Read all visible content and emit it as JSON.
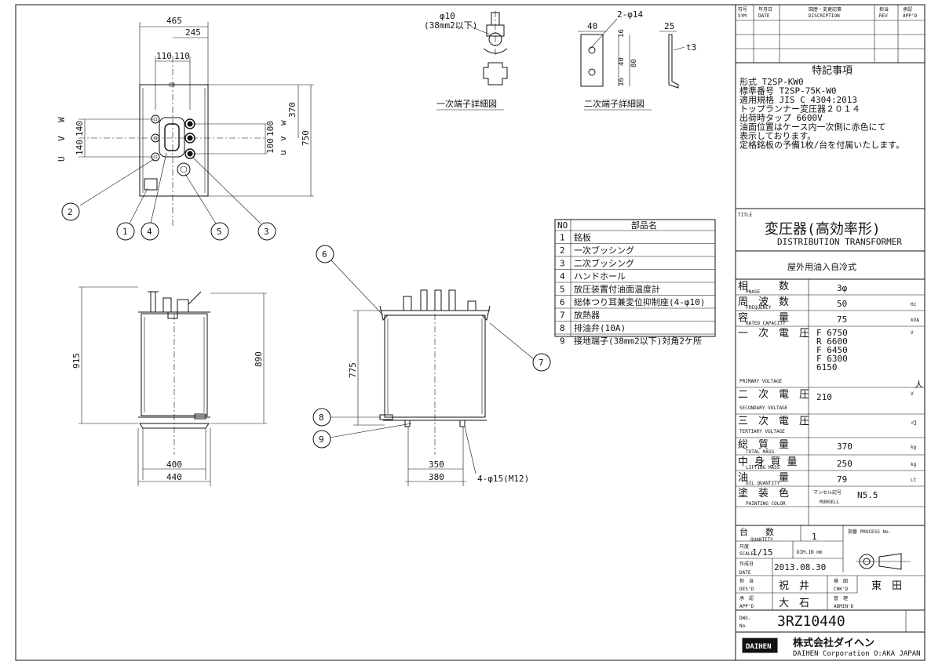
{
  "revision_table": {
    "headers": [
      {
        "jp": "符号",
        "en": "SYM"
      },
      {
        "jp": "年月日",
        "en": "DATE"
      },
      {
        "jp": "図歴・変更記事",
        "en": "DISCRIPTION"
      },
      {
        "jp": "担当",
        "en": "REV"
      },
      {
        "jp": "承認",
        "en": "APP'D"
      }
    ]
  },
  "notes": {
    "heading": "特記事項",
    "lines": [
      "形式   T2SP-KW0",
      "標準番号 T2SP-75K-W0",
      "適用規格 JIS C 4304:2013",
      "         トップランナー変圧器２０１４",
      "出荷時タップ 6600V",
      "油面位置はケース内一次側に赤色にて",
      "                  表示しております。",
      "定格銘板の予備1枚/台を付属いたします。"
    ]
  },
  "title_block": {
    "title_label": "TITLE",
    "title_jp": "変圧器(高効率形)",
    "title_en": "DISTRIBUTION TRANSFORMER",
    "subtitle": "屋外用油入自冷式",
    "specs": [
      {
        "jp": "相　　　数",
        "en": "PHASE",
        "value": "3φ",
        "unit": ""
      },
      {
        "jp": "周　波　数",
        "en": "FREQUENCY",
        "value": "50",
        "unit": "Hz"
      },
      {
        "jp": "容　　　量",
        "en": "RATED CAPACITY",
        "value": "75",
        "unit": "kVA"
      },
      {
        "jp": "一　次　電　圧",
        "en": "PRIMARY VOLTAGE",
        "value_lines": [
          "F 6750",
          "R 6600",
          "F 6450",
          "F 6300",
          "  6150"
        ],
        "unit": "V"
      },
      {
        "jp": "二　次　電　圧",
        "en": "SECONDARY VOLTAGE",
        "value": "210",
        "unit": "V"
      },
      {
        "jp": "三　次　電　圧",
        "en": "TERTIARY VOLTAGE",
        "value": "",
        "unit": ""
      },
      {
        "jp": "総　質　量",
        "en": "TOTAL MASS",
        "value": "370",
        "unit": "kg"
      },
      {
        "jp": "中 身 質 量",
        "en": "LIFTING MASS",
        "value": "250",
        "unit": "kg"
      },
      {
        "jp": "油　　　量",
        "en": "OIL QUANTITY",
        "value": "79",
        "unit": "Lt"
      },
      {
        "jp": "塗　装　色",
        "en": "PAINTING COLOR",
        "value": "N5.5",
        "unit": "",
        "sub_jp": "マンセル記号",
        "sub_en": "MUNSELL"
      }
    ],
    "quantity": {
      "jp": "台　　数",
      "en": "QUANTITY",
      "value": "1",
      "process_label": "指番 PROCESS No."
    },
    "scale": {
      "jp": "尺度",
      "en": "SCALE",
      "value": "1/15",
      "dim_label": "DIM.IN  mm"
    },
    "date": {
      "jp": "作成日",
      "en": "DATE",
      "value": "2013.08.30"
    },
    "designer": {
      "jp": "担　当",
      "en": "DES'D",
      "value": "祝　井"
    },
    "checker": {
      "jp": "検　図",
      "en": "CHK'D",
      "value": "東　田"
    },
    "approver": {
      "jp": "承　認",
      "en": "APP'D",
      "value": "大　石"
    },
    "admin": {
      "jp": "管　理",
      "en": "ADMIN'D",
      "value": ""
    },
    "drawing_no": {
      "jp": "DWG.",
      "en": "No.",
      "value": "3RZ10440"
    },
    "company": {
      "logo": "DAIHEN",
      "name_jp": "株式会社ダイヘン",
      "name_en": "DAIHEN Corporation  O:AKA JAPAN"
    }
  },
  "parts_table": {
    "headers": [
      "NO",
      "部品名"
    ],
    "rows": [
      {
        "no": "1",
        "name": "銘板"
      },
      {
        "no": "2",
        "name": "一次ブッシング"
      },
      {
        "no": "3",
        "name": "二次ブッシング"
      },
      {
        "no": "4",
        "name": "ハンドホール"
      },
      {
        "no": "5",
        "name": "放圧装置付油面温度計"
      },
      {
        "no": "6",
        "name": "総体つり耳兼変位抑制座(4-φ10)"
      },
      {
        "no": "7",
        "name": "放熱器"
      },
      {
        "no": "8",
        "name": "排油弁(10A)"
      },
      {
        "no": "9",
        "name": "接地端子(38mm2以下)対角2ケ所"
      }
    ]
  },
  "details": {
    "primary": {
      "caption": "一次端子詳細図",
      "dia": "φ10",
      "wire": "(38mm2以下)"
    },
    "secondary": {
      "caption": "二次端子詳細図",
      "holes": "2-φ14",
      "dims": [
        "40",
        "16",
        "40",
        "16",
        "80",
        "25",
        "t3"
      ]
    }
  },
  "top_view": {
    "dims": {
      "w465": "465",
      "w245": "245",
      "w110a": "110",
      "w110b": "110",
      "h370": "370",
      "h750": "750",
      "p140a": "140",
      "p140b": "140",
      "s100a": "100",
      "s100b": "100"
    },
    "phases_left": [
      "W",
      "V",
      "U"
    ],
    "phases_right": [
      "w",
      "v",
      "u"
    ],
    "balloons": [
      "2",
      "1",
      "4",
      "5",
      "3"
    ]
  },
  "front_view": {
    "dims": {
      "h915": "915",
      "h890": "890",
      "w400": "400",
      "w440": "440"
    }
  },
  "side_view": {
    "dims": {
      "h775": "775",
      "w350": "350",
      "w380": "380",
      "holes": "4-φ15(M12)"
    },
    "balloons": [
      "6",
      "7",
      "8",
      "9"
    ]
  }
}
